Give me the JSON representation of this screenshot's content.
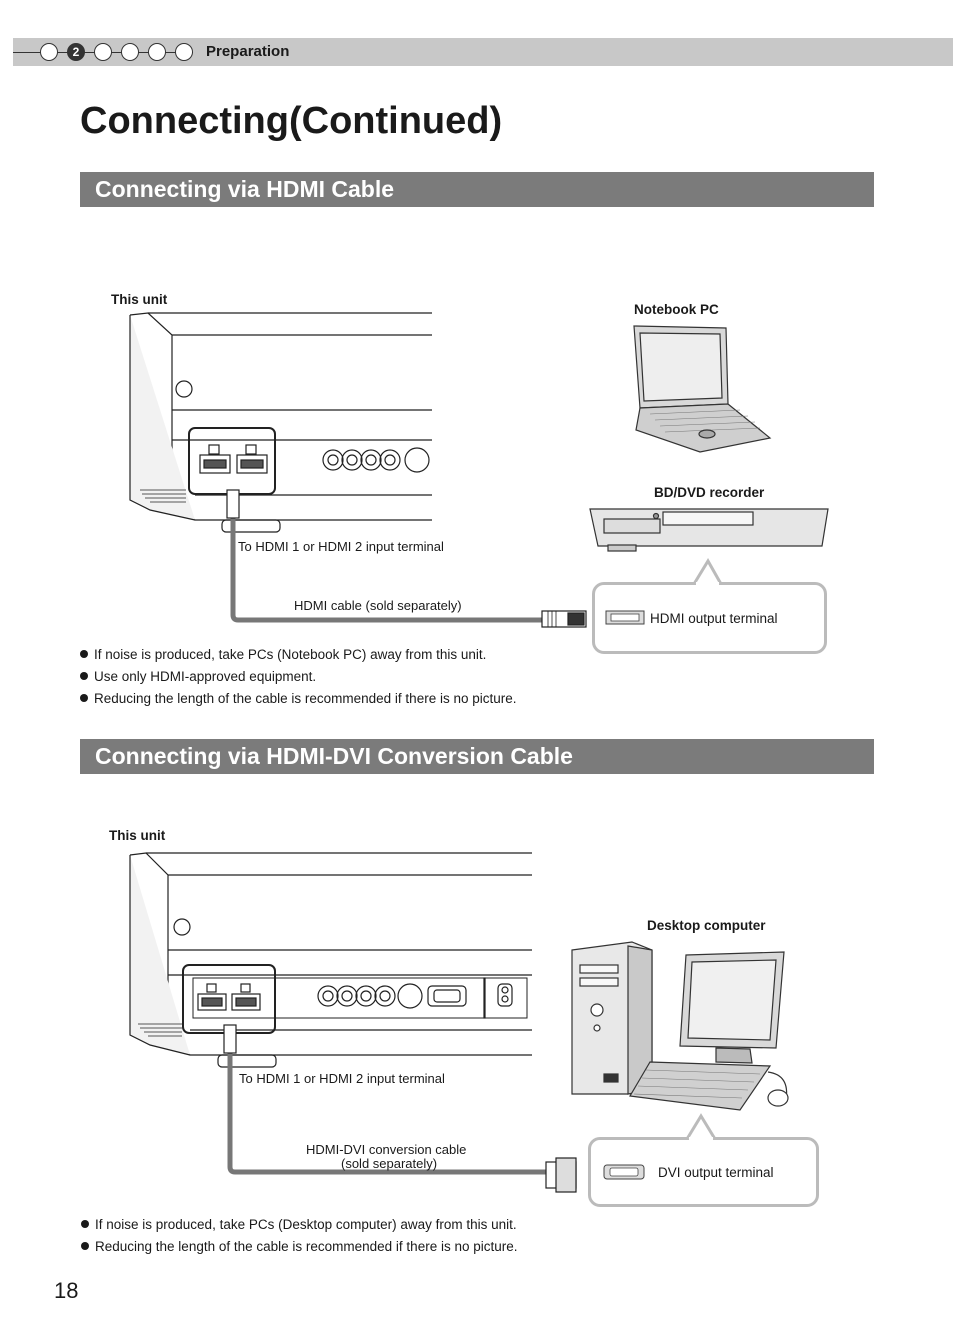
{
  "header": {
    "section_label": "Preparation",
    "steps": [
      "",
      "2",
      "",
      "",
      "",
      ""
    ]
  },
  "page_title": "Connecting(Continued)",
  "hdmi_section": {
    "heading": "Connecting via HDMI Cable",
    "this_unit": "This unit",
    "notebook_label": "Notebook PC",
    "recorder_label": "BD/DVD recorder",
    "input_terminal": "To HDMI  1 or HDMI  2 input terminal",
    "cable_label": "HDMI cable (sold separately)",
    "output_terminal": "HDMI output terminal",
    "notes": [
      "If noise is produced, take PCs (Notebook PC) away from this unit.",
      "Use only HDMI-approved equipment.",
      "Reducing the length of the cable is recommended if there is no picture."
    ]
  },
  "dvi_section": {
    "heading": "Connecting via HDMI-DVI Conversion Cable",
    "this_unit": "This unit",
    "desktop_label": "Desktop computer",
    "input_terminal": "To HDMI  1 or HDMI  2 input terminal",
    "cable_label_line1": "HDMI-DVI conversion cable",
    "cable_label_line2": "(sold separately)",
    "output_terminal": "DVI output terminal",
    "notes": [
      "If noise is produced, take PCs (Desktop computer) away from this unit.",
      "Reducing the length of the cable is recommended if there is no picture."
    ]
  },
  "page_number": "18"
}
